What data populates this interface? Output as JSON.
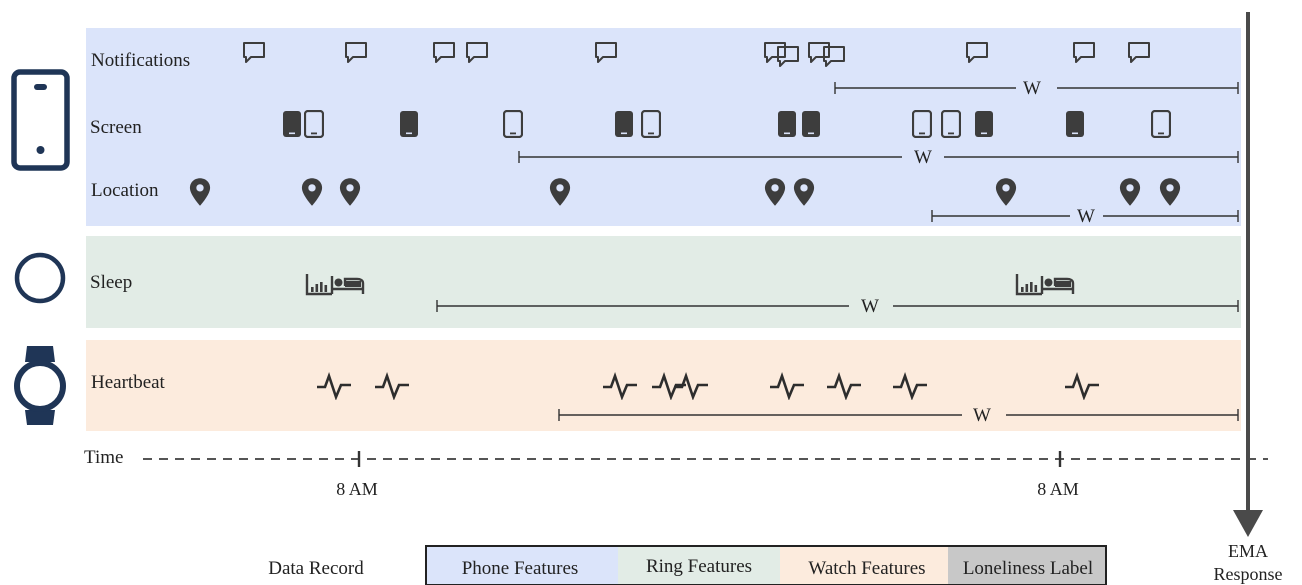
{
  "rows": {
    "notifications": {
      "label": "Notifications",
      "window_label": "W",
      "icon": "speech-bubble-icon"
    },
    "screen": {
      "label": "Screen",
      "window_label": "W",
      "icon_on": "phone-screen-on-icon",
      "icon_off": "phone-screen-off-icon"
    },
    "location": {
      "label": "Location",
      "window_label": "W",
      "icon": "location-pin-icon"
    },
    "sleep": {
      "label": "Sleep",
      "window_label": "W",
      "icon": "sleep-bed-icon"
    },
    "heartbeat": {
      "label": "Heartbeat",
      "window_label": "W",
      "icon": "heartbeat-icon"
    }
  },
  "devices": {
    "phone": "smartphone-icon",
    "ring": "ring-icon",
    "watch": "smartwatch-icon"
  },
  "timeline": {
    "label": "Time",
    "ticks": [
      "8 AM",
      "8 AM"
    ]
  },
  "ema": {
    "line1": "EMA",
    "line2": "Response"
  },
  "legend": {
    "title": "Data Record",
    "items": [
      {
        "label": "Phone Features",
        "color": "#dbe4fa"
      },
      {
        "label": "Ring Features",
        "color": "#e2ece6"
      },
      {
        "label": "Watch Features",
        "color": "#fcebdd"
      },
      {
        "label": "Loneliness Label",
        "color": "#c8c8c8"
      }
    ]
  },
  "colors": {
    "phone_band": "#dbe4fa",
    "ring_band": "#e2ece6",
    "watch_band": "#fcebdd",
    "device_icon": "#1f3556",
    "marker": "#3d3d3d"
  }
}
